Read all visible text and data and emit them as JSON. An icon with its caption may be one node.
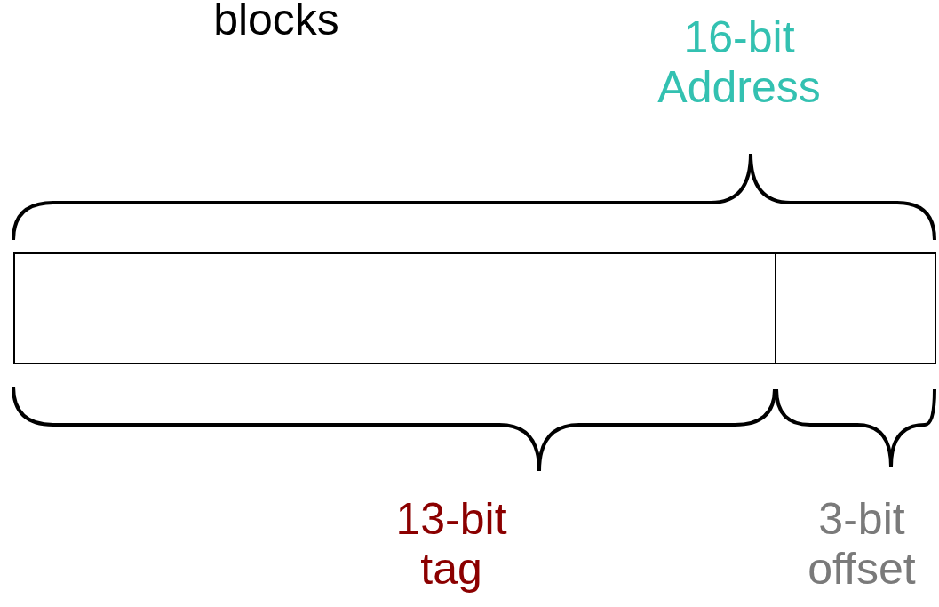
{
  "diagram": {
    "nodes": [
      {
        "text": [],
        "shape": "box"
      },
      {
        "text": [],
        "shape": "box"
      }
    ],
    "labels": [
      "blocks",
      "16-bit Address",
      "13-bit tag",
      "3-bit offset"
    ]
  }
}
